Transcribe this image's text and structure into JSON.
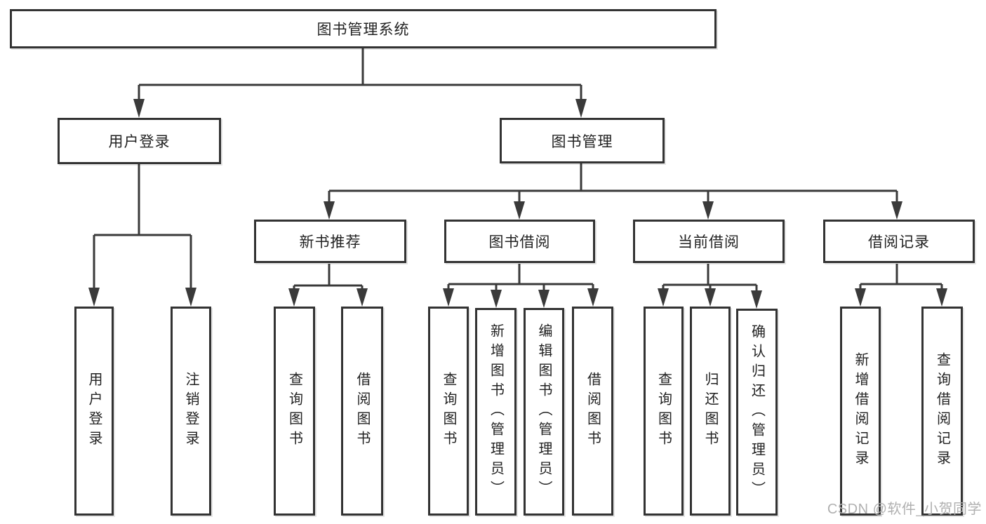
{
  "root": {
    "label": "图书管理系统"
  },
  "level2": [
    {
      "label": "用户登录"
    },
    {
      "label": "图书管理"
    }
  ],
  "user_login_children": [
    {
      "label": "用户登录"
    },
    {
      "label": "注销登录"
    }
  ],
  "book_mgmt_sections": [
    {
      "label": "新书推荐",
      "children": [
        {
          "label": "查询图书"
        },
        {
          "label": "借阅图书"
        }
      ]
    },
    {
      "label": "图书借阅",
      "children": [
        {
          "label": "查询图书"
        },
        {
          "label": "新增图书（管理员）"
        },
        {
          "label": "编辑图书（管理员）"
        },
        {
          "label": "借阅图书"
        }
      ]
    },
    {
      "label": "当前借阅",
      "children": [
        {
          "label": "查询图书"
        },
        {
          "label": "归还图书"
        },
        {
          "label": "确认归还（管理员）"
        }
      ]
    },
    {
      "label": "借阅记录",
      "children": [
        {
          "label": "新增借阅记录"
        },
        {
          "label": "查询借阅记录"
        }
      ]
    }
  ],
  "watermark": {
    "text": "CSDN @软件_小贺同学"
  },
  "colors": {
    "line": "#3a3a3a",
    "box_border": "#333333",
    "text": "#222222",
    "watermark": "#b0b0b0",
    "background": "#ffffff"
  }
}
